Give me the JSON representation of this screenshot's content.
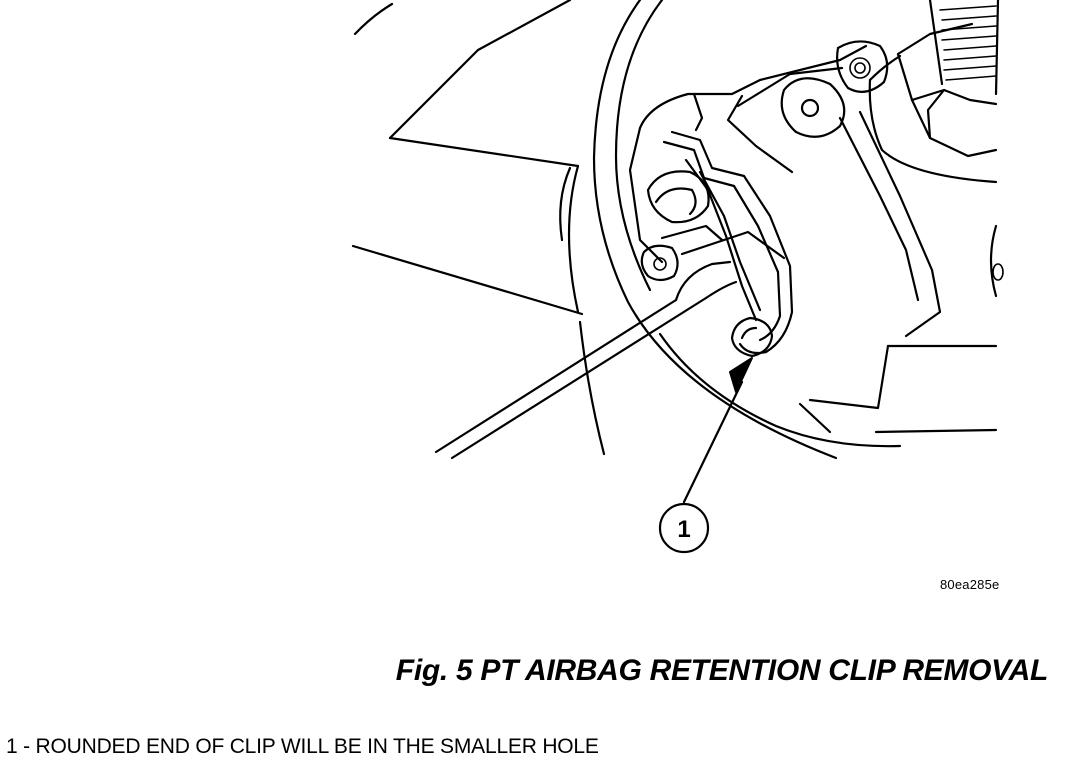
{
  "figure": {
    "image_code": "80ea285e",
    "title": "Fig. 5 PT AIRBAG RETENTION CLIP REMOVAL",
    "callouts": [
      {
        "number": "1"
      }
    ],
    "legend": [
      {
        "text": "1 - ROUNDED END OF CLIP WILL BE IN THE SMALLER HOLE"
      }
    ]
  }
}
